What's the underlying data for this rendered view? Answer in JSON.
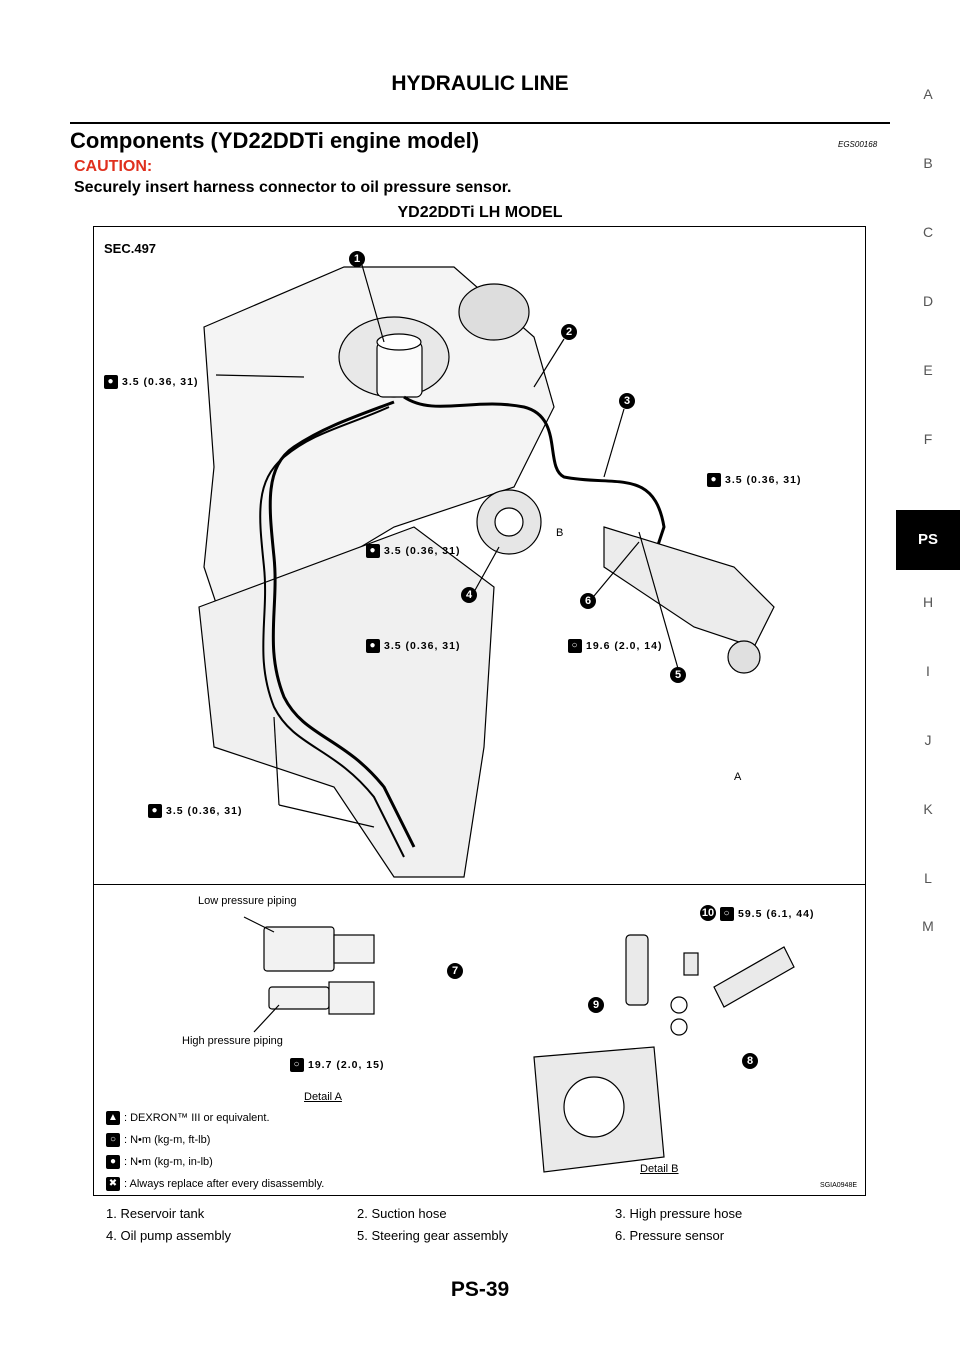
{
  "header": {
    "title": "HYDRAULIC LINE"
  },
  "section": {
    "title": "Components (YD22DDTi engine model)",
    "code": "EGS00168",
    "caution_label": "CAUTION:",
    "caution_text": "Securely insert harness connector to oil pressure sensor.",
    "model_title": "YD22DDTi LH MODEL"
  },
  "side_tabs": [
    "A",
    "B",
    "C",
    "D",
    "E",
    "F",
    "PS",
    "H",
    "I",
    "J",
    "K",
    "L",
    "M"
  ],
  "active_tab": "PS",
  "figure": {
    "sec_label": "SEC.497",
    "torques": {
      "t1": "3.5  (0.36,  31)",
      "t2": "3.5  (0.36,  31)",
      "t3": "3.5  (0.36,  31)",
      "t4": "3.5  (0.36,  31)",
      "t5": "3.5  (0.36,  31)",
      "t6": "19.6  (2.0,  14)",
      "t7": "19.7  (2.0,  15)",
      "t8": "59.5  (6.1,  44)"
    },
    "callouts": [
      "1",
      "2",
      "3",
      "4",
      "5",
      "6",
      "7",
      "8",
      "9",
      "10"
    ],
    "letters": {
      "a": "A",
      "b": "B"
    },
    "detail_a": {
      "low_pressure": "Low pressure piping",
      "high_pressure": "High pressure piping",
      "label": "Detail A"
    },
    "detail_b": {
      "label": "Detail B"
    },
    "legend": {
      "fluid": ":  DEXRON™ III or equivalent.",
      "nm_ftlb_unit": ":  N•m",
      "nm_ftlb_paren": "(kg-m,   ft-lb)",
      "nm_inlb_unit": ":  N•m",
      "nm_inlb_paren": "(kg-m,   in-lb)",
      "replace": ": Always replace after every disassembly."
    },
    "code": "SGIA0948E"
  },
  "parts": [
    "1.    Reservoir tank",
    "2.    Suction hose",
    "3.    High pressure hose",
    "4.    Oil pump assembly",
    "5.    Steering gear assembly",
    "6.    Pressure sensor"
  ],
  "page_number": "PS-39"
}
